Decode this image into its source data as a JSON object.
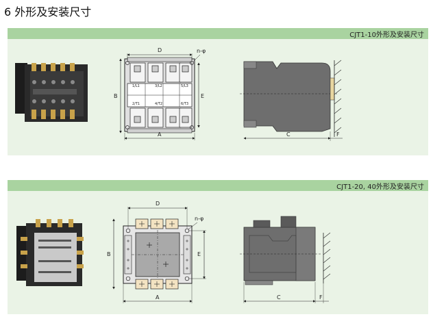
{
  "heading": "6 外形及安装尺寸",
  "sections": [
    {
      "label": "CJT1-10外形及安装尺寸"
    },
    {
      "label": "CJT1-20, 40外形及安装尺寸"
    }
  ],
  "dims": {
    "a": "A",
    "b": "B",
    "c": "C",
    "d": "D",
    "e": "E",
    "f": "F",
    "n": "n-φ"
  },
  "terminals_top": [
    "1/L1",
    "3/L2",
    "5/L3"
  ],
  "terminals_bottom": [
    "2/T1",
    "4/T2",
    "6/T3"
  ],
  "colors": {
    "band": "#a9d3a0",
    "panel": "#eaf3e6",
    "body": "#6e6e6e"
  }
}
